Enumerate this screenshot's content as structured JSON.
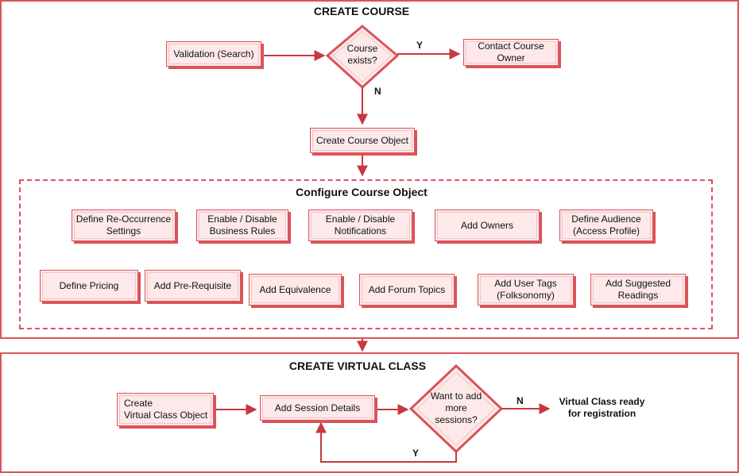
{
  "create_course": {
    "title": "CREATE COURSE",
    "validation": "Validation (Search)",
    "decision": {
      "line1": "Course",
      "line2": "exists?"
    },
    "yes_label": "Y",
    "no_label": "N",
    "contact_owner": {
      "line1": "Contact Course",
      "line2": "Owner"
    },
    "create_object": "Create Course Object"
  },
  "configure": {
    "title": "Configure Course Object",
    "row1": [
      {
        "line1": "Define Re-Occurrence",
        "line2": "Settings"
      },
      {
        "line1": "Enable / Disable",
        "line2": "Business Rules"
      },
      {
        "line1": "Enable / Disable",
        "line2": "Notifications"
      },
      {
        "line1": "Add Owners",
        "line2": ""
      },
      {
        "line1": "Define Audience",
        "line2": "(Access Profile)"
      }
    ],
    "row2": [
      {
        "line1": "Define Pricing",
        "line2": ""
      },
      {
        "line1": "Add Pre-Requisite",
        "line2": ""
      },
      {
        "line1": "Add Equivalence",
        "line2": ""
      },
      {
        "line1": "Add Forum Topics",
        "line2": ""
      },
      {
        "line1": "Add User Tags",
        "line2": "(Folksonomy)"
      },
      {
        "line1": "Add Suggested",
        "line2": "Readings"
      }
    ]
  },
  "virtual_class": {
    "title": "CREATE VIRTUAL CLASS",
    "create_object": {
      "line1": "Create",
      "line2": "Virtual Class Object"
    },
    "session_details": "Add Session Details",
    "decision": {
      "line1": "Want to add",
      "line2": "more",
      "line3": "sessions?"
    },
    "no_label": "N",
    "yes_label": "Y",
    "ready": {
      "line1": "Virtual Class ready",
      "line2": "for registration"
    }
  },
  "colors": {
    "accent": "#d9545a",
    "box_fill": "#fde9e9",
    "arrow": "#c8383e"
  }
}
